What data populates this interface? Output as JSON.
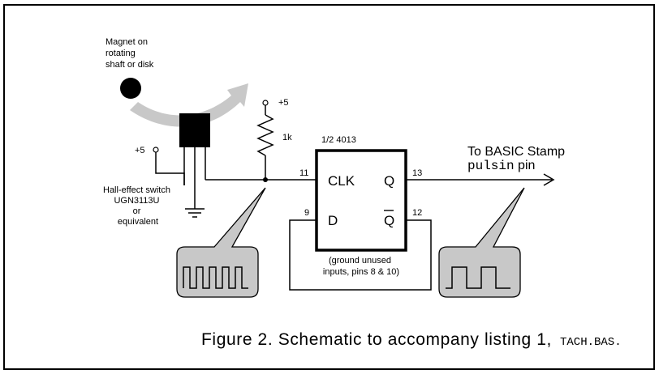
{
  "magnet": {
    "label_lines": [
      "Magnet on",
      "rotating",
      "shaft or disk"
    ]
  },
  "supply": {
    "plus5_left": "+5",
    "plus5_top": "+5"
  },
  "resistor": {
    "value": "1k"
  },
  "sensor": {
    "label_lines": [
      "Hall-effect switch",
      "UGN3113U",
      "or",
      "equivalent"
    ]
  },
  "flipflop": {
    "title": "1/2 4013",
    "clk_label": "CLK",
    "q_label": "Q",
    "d_label": "D",
    "qbar_label": "Q",
    "pin_clk": "11",
    "pin_q": "13",
    "pin_d": "9",
    "pin_qbar": "12",
    "note_lines": [
      "(ground unused",
      "inputs, pins 8 & 10)"
    ]
  },
  "output": {
    "line1": "To BASIC Stamp",
    "code": "pulsin",
    "suffix": " pin"
  },
  "caption": {
    "text": "Figure 2. Schematic to accompany listing 1,",
    "file": "TACH.BAS."
  },
  "colors": {
    "arrow": "#c8c8c8",
    "callout": "#c8c8c8",
    "ink": "#000000"
  }
}
